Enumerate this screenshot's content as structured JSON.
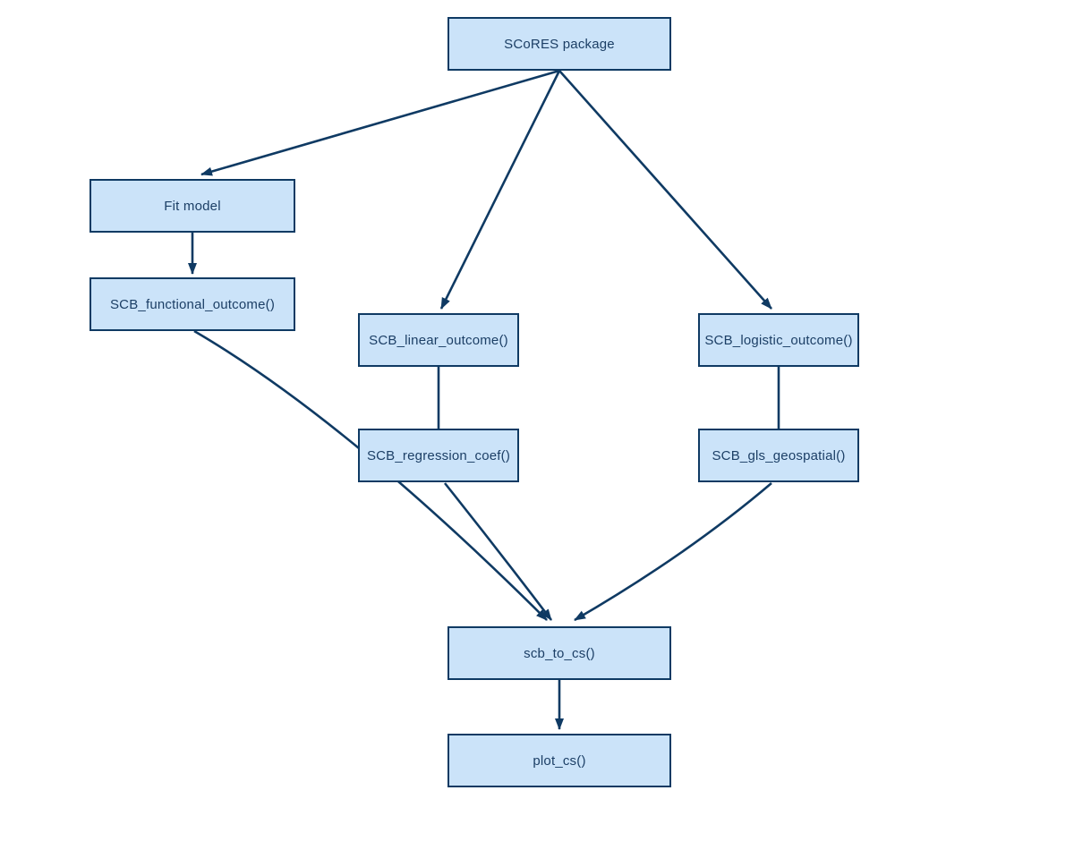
{
  "diagram": {
    "type": "flowchart",
    "colors": {
      "node_fill": "#cbe3f9",
      "node_border": "#0f3a63",
      "edge": "#0f3a63",
      "text": "#1c3f66",
      "background": "#ffffff"
    },
    "nodes": [
      {
        "id": "scores",
        "label": "SCoRES package"
      },
      {
        "id": "fit",
        "label": "Fit model"
      },
      {
        "id": "functional",
        "label": "SCB_functional_outcome()"
      },
      {
        "id": "linear",
        "label": "SCB_linear_outcome()"
      },
      {
        "id": "regression",
        "label": "SCB_regression_coef()"
      },
      {
        "id": "logistic",
        "label": "SCB_logistic_outcome()"
      },
      {
        "id": "gls",
        "label": "SCB_gls_geospatial()"
      },
      {
        "id": "scb_to_cs",
        "label": "scb_to_cs()"
      },
      {
        "id": "plot_cs",
        "label": "plot_cs()"
      }
    ],
    "edges": [
      {
        "from": "scores",
        "to": "fit",
        "arrow": true
      },
      {
        "from": "scores",
        "to": "linear",
        "arrow": true
      },
      {
        "from": "scores",
        "to": "logistic",
        "arrow": true
      },
      {
        "from": "fit",
        "to": "functional",
        "arrow": true
      },
      {
        "from": "linear",
        "to": "regression",
        "arrow": false
      },
      {
        "from": "logistic",
        "to": "gls",
        "arrow": false
      },
      {
        "from": "functional",
        "to": "scb_to_cs",
        "arrow": true
      },
      {
        "from": "regression",
        "to": "scb_to_cs",
        "arrow": true
      },
      {
        "from": "gls",
        "to": "scb_to_cs",
        "arrow": true
      },
      {
        "from": "scb_to_cs",
        "to": "plot_cs",
        "arrow": true
      }
    ]
  }
}
